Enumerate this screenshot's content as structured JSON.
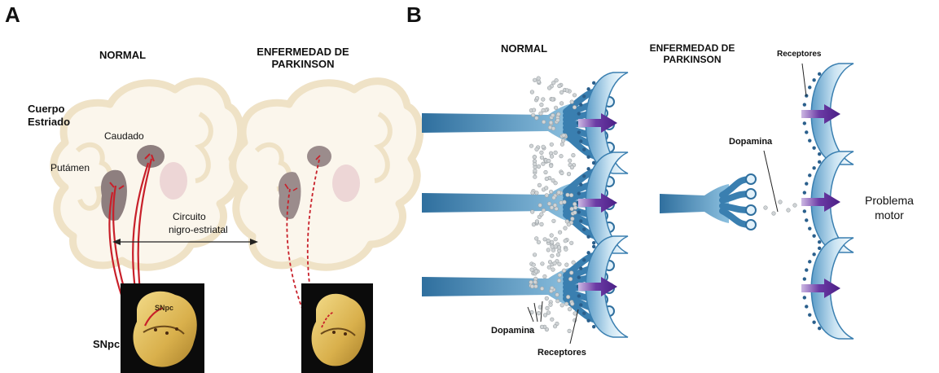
{
  "panel_a": {
    "letter": "A",
    "normal_label": "NORMAL",
    "parkinson_label": [
      "ENFERMEDAD DE",
      "PARKINSON"
    ],
    "cuerpo_estriado": [
      "Cuerpo",
      "Estriado"
    ],
    "caudado": "Caudado",
    "putamen": "Putámen",
    "circuito": [
      "Circuito",
      "nigro-estriatal"
    ],
    "snpc_inset": "SNpc",
    "snpc": "SNpc"
  },
  "panel_b": {
    "letter": "B",
    "normal_label": "NORMAL",
    "parkinson_label": [
      "ENFERMEDAD DE",
      "PARKINSON"
    ],
    "receptores_top": "Receptores",
    "dopamina_right": "Dopamina",
    "problema": [
      "Problema",
      "motor"
    ],
    "dopamina_bottom": "Dopamina",
    "receptores_bottom": "Receptores"
  },
  "colors": {
    "brain_outline": "#f1e7d2",
    "striatum": "#8e7f7f",
    "pathway": "#c8202a",
    "neuron": "#4f8fbd",
    "neuron_dark": "#2a5f8c",
    "arrow": "#5a2d91",
    "inset_bg": "#0b0b0b",
    "tissue": "#e2c064"
  }
}
